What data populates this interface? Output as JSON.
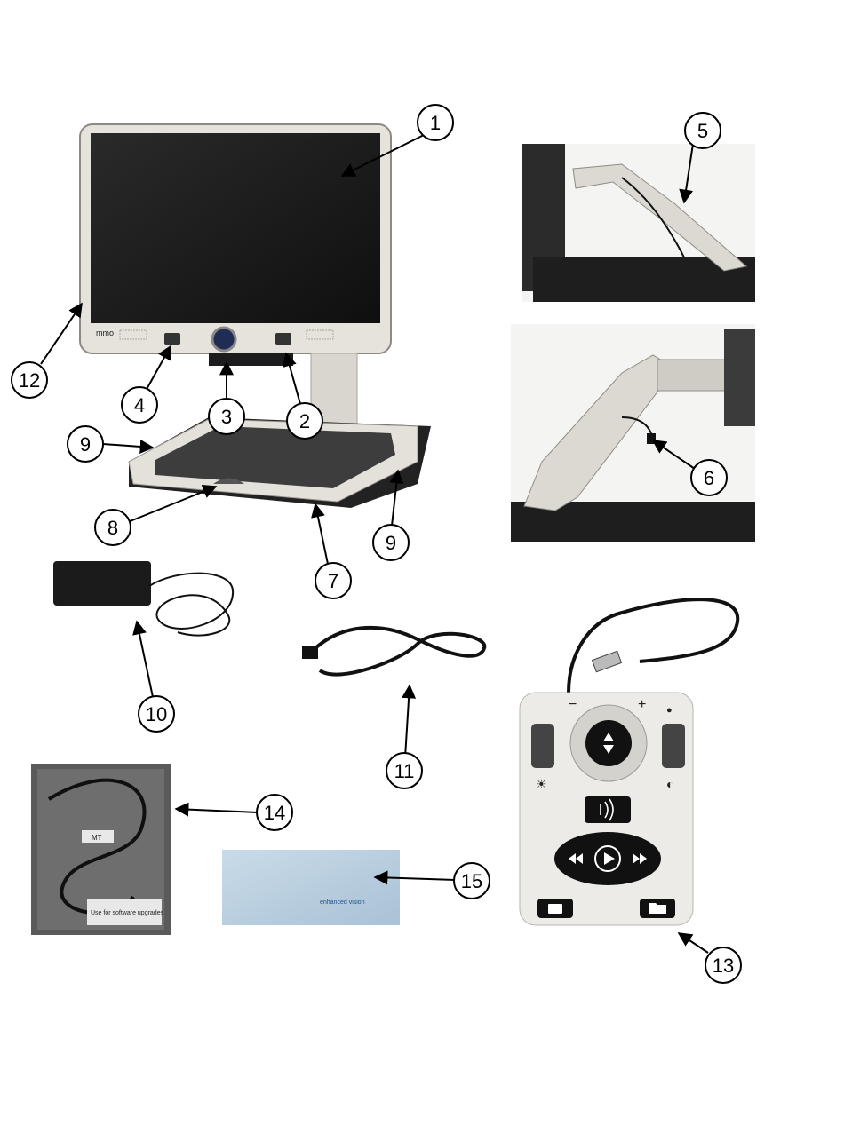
{
  "callouts": [
    "1",
    "2",
    "3",
    "4",
    "5",
    "6",
    "7",
    "8",
    "9",
    "9",
    "10",
    "11",
    "12",
    "13",
    "14",
    "15"
  ],
  "labels": {
    "brand": "mmo",
    "bag_tag": "MT",
    "bag_note": "Use for software upgrades",
    "card_brand": "enhanced vision"
  },
  "controller_symbols": {
    "minus": "−",
    "plus": "+",
    "dot": "●",
    "sun": "☀",
    "contrast": "◐"
  },
  "colors": {
    "device_body": "#e6e3dc",
    "screen": "#1c1c1c",
    "base_dark": "#232323",
    "card_blue": "#b9cfe0",
    "bag_frame": "#5a5a5a",
    "controller_face": "#ecebe7"
  }
}
